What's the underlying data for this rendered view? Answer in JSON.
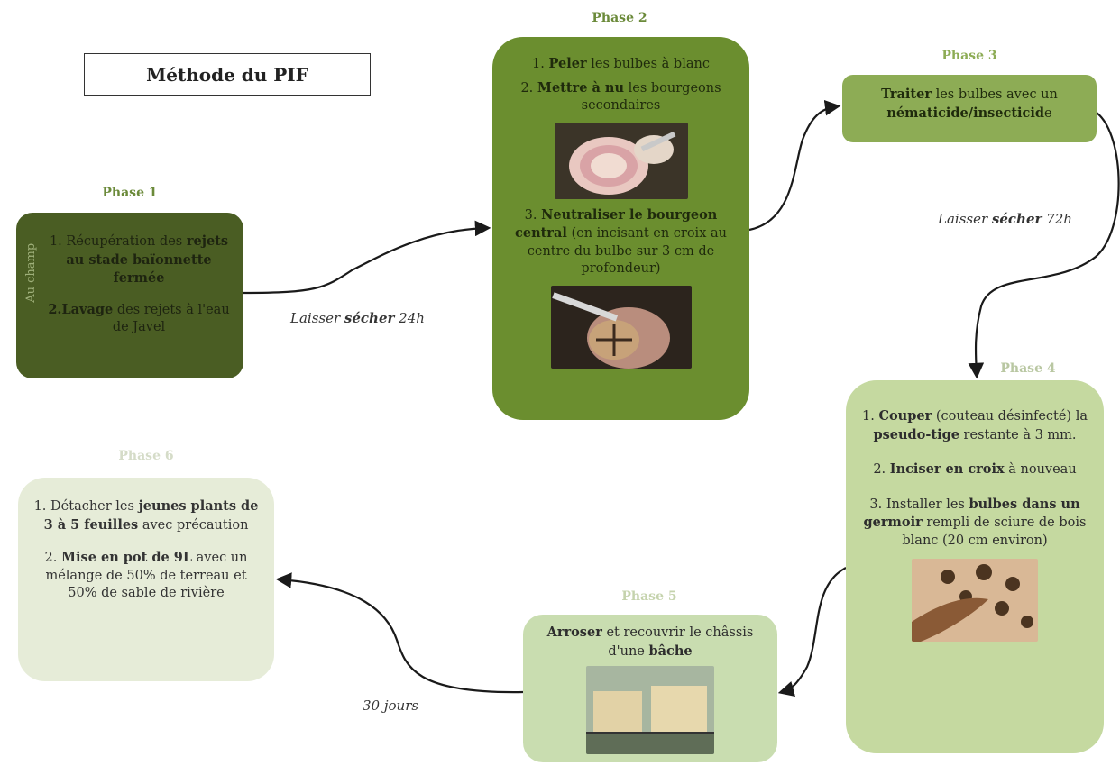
{
  "title": "Méthode du PIF",
  "phases": [
    {
      "label": "Phase 1",
      "side": "Au champ",
      "items": [
        {
          "num": "1. ",
          "pre": "Récupération des ",
          "bold": "rejets au stade baïonnette fermée",
          "post": ""
        },
        {
          "num": "2.",
          "pre": "",
          "bold": "Lavage",
          "post": " des rejets à l'eau de Javel"
        }
      ]
    },
    {
      "label": "Phase 2",
      "items": [
        {
          "num": "1. ",
          "pre": "",
          "bold": "Peler",
          "post": " les bulbes à blanc"
        },
        {
          "num": "2. ",
          "pre": "",
          "bold": "Mettre à nu",
          "post": " les bourgeons secondaires"
        },
        {
          "num": "3. ",
          "pre": "",
          "bold": "Neutraliser le bourgeon central",
          "post": " (en incisant en croix au centre du bulbe sur 3 cm de profondeur)"
        }
      ]
    },
    {
      "label": "Phase 3",
      "items": [
        {
          "num": "",
          "pre": "",
          "bold": "Traiter",
          "post": " les bulbes avec un "
        },
        {
          "num": "",
          "pre": "",
          "bold": "nématicide/insecticid",
          "post": "e"
        }
      ]
    },
    {
      "label": "Phase 4",
      "items": [
        {
          "num": "1. ",
          "pre": "",
          "bold": "Couper",
          "post": " (couteau désinfecté) la "
        },
        {
          "num": "",
          "pre": "",
          "bold": "pseudo-tige",
          "post": " restante à 3 mm."
        },
        {
          "num": "2. ",
          "pre": "",
          "bold": "Inciser en croix",
          "post": " à nouveau"
        },
        {
          "num": "3. ",
          "pre": "Installer les ",
          "bold": "bulbes dans un germoir",
          "post": " rempli de sciure de bois blanc (20 cm environ)"
        }
      ]
    },
    {
      "label": "Phase 5",
      "items": [
        {
          "num": "",
          "pre": "",
          "bold": "Arroser",
          "post": " et recouvrir le châssis d'une "
        },
        {
          "num": "",
          "pre": "",
          "bold": "bâche",
          "post": ""
        }
      ]
    },
    {
      "label": "Phase 6",
      "items": [
        {
          "num": "1. ",
          "pre": "Détacher les ",
          "bold": "jeunes plants de 3 à 5 feuilles",
          "post": " avec précaution"
        },
        {
          "num": "2. ",
          "pre": "",
          "bold": "Mise en pot de 9L",
          "post": " avec un mélange de 50% de terreau et 50% de sable de rivière"
        }
      ]
    }
  ],
  "connectors": [
    {
      "pre": "Laisser ",
      "bold": "sécher",
      "post": " 24h"
    },
    {
      "pre": "Laisser ",
      "bold": "sécher",
      "post": " 72h"
    },
    {
      "pre": "",
      "bold": "",
      "post": "30 jours"
    }
  ],
  "colors": {
    "phase1": "#4a5d23",
    "phase2": "#6b8e2f",
    "phase3": "#8dac55",
    "phase4": "#c5d9a0",
    "phase5": "#c9ddb0",
    "phase6": "#e6ecd8",
    "label_dark": "#6b8a3a",
    "label_light": "#b9c7a2"
  }
}
